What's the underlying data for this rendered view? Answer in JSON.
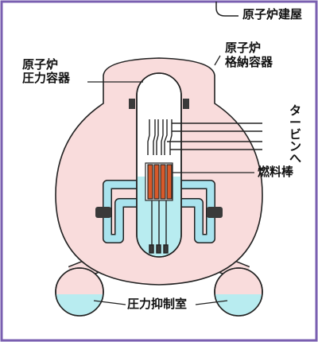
{
  "labels": {
    "building": "原子炉建屋",
    "pressure_vessel_line1": "原子炉",
    "pressure_vessel_line2": "圧力容器",
    "containment_line1": "原子炉",
    "containment_line2": "格納容器",
    "turbine": [
      "タ",
      "ー",
      "ビ",
      "ン",
      "へ"
    ],
    "fuel_rods": "燃料棒",
    "suppression_chamber": "圧力抑制室"
  },
  "colors": {
    "border": "#7a5fb0",
    "containment_fill": "#f9dcdc",
    "vessel_fill": "#ffffff",
    "water": "#b8ecf0",
    "pipe": "#a9e3ee",
    "fuel": "#d8592a",
    "block": "#3a3a3a",
    "line": "#222222"
  }
}
